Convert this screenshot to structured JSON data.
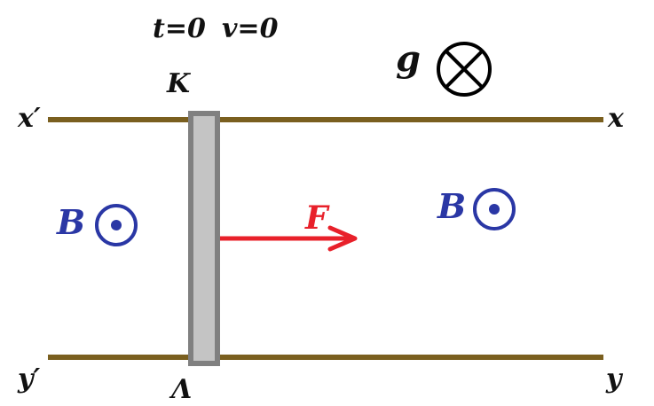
{
  "header": {
    "time_label": "t=0",
    "velocity_label": "v=0"
  },
  "gravity": {
    "symbol": "g",
    "direction": "into-page"
  },
  "rails": {
    "top_left": "x′",
    "top_right": "x",
    "bottom_left": "y′",
    "bottom_right": "y",
    "color": "#7a5f1f"
  },
  "bar": {
    "top_label": "K",
    "bottom_label": "Λ",
    "fill": "#c4c4c4",
    "stroke": "#808080"
  },
  "force": {
    "label": "F",
    "color": "#e8202a"
  },
  "fields": [
    {
      "label": "B",
      "direction": "out-of-page"
    },
    {
      "label": "B",
      "direction": "out-of-page"
    }
  ],
  "colors": {
    "field": "#2a37a5",
    "text": "#111111"
  }
}
